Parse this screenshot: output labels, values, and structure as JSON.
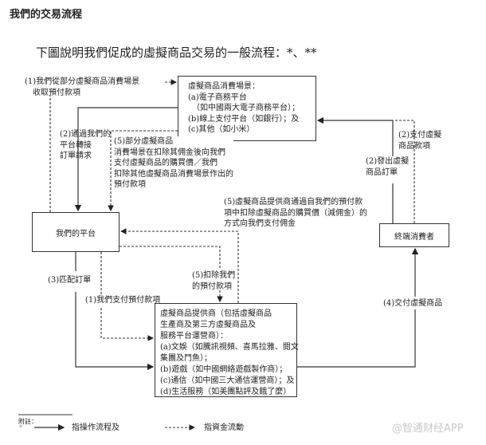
{
  "title": "我們的交易流程",
  "subtitle": "下圖說明我們促成的虛擬商品交易的一般流程：*、**",
  "nodes": {
    "scenarios": [
      "虛擬商品消費場景：",
      "(a)電子商務平台",
      "　（如中國兩大電子商務平台）；",
      "(b)線上支付平台（如銀行）；及",
      "(c)其他（如小米）"
    ],
    "platform": "我們的平台",
    "consumer": "終端消費者",
    "provider": [
      "虛擬商品提供商（包括虛擬商品",
      "生產商及第三方虛擬商品及",
      "服務平台運營商）：",
      "(a)文娛（如騰訊視頻、喜馬拉雅、閱文",
      "集團及鬥魚）；",
      "(b)遊戲（如中國網絡遊戲製作商）；",
      "(c)通信（如中國三大通信運營商）；及",
      "(d)生活服務（如美團點評及餓了麼）"
    ]
  },
  "labels": {
    "l1_collect": [
      "(1)我們從部分虛擬商品消費場景",
      "收取預付款項"
    ],
    "l2_forward": [
      "(2)通過我們的",
      "平台轉接",
      "訂單請求"
    ],
    "l5_pay": [
      "(5)部分虛擬商品",
      "消費場景在扣除其佣金後向我們",
      "支付虛擬商品的購買價／我們",
      "扣除其他虛擬商品消費場景作出的",
      "預付款項"
    ],
    "l5_commission": [
      "(5)虛擬商品提供商通過自我們的預付款",
      "項中扣除虛擬商品的購買價（減佣金）的",
      "方式向我們支付佣金"
    ],
    "l5_deduct": [
      "(5)扣除我們",
      "的預付款項"
    ],
    "l3_match": "(3)匹配訂單",
    "l1_prepay": "(1)我們支付預付款項",
    "l4_deliver": "(4)交付虛擬商品",
    "l2_order": [
      "(2)發出虛擬",
      "商品訂單"
    ],
    "l2_paygoods": [
      "(2)支付虛擬",
      "商品款項"
    ]
  },
  "footnote": {
    "heading": "附註：",
    "bullet": "*",
    "solid_legend": "指操作流程及",
    "dashed_legend": "指資金流動"
  },
  "watermark": "@智通财经APP"
}
